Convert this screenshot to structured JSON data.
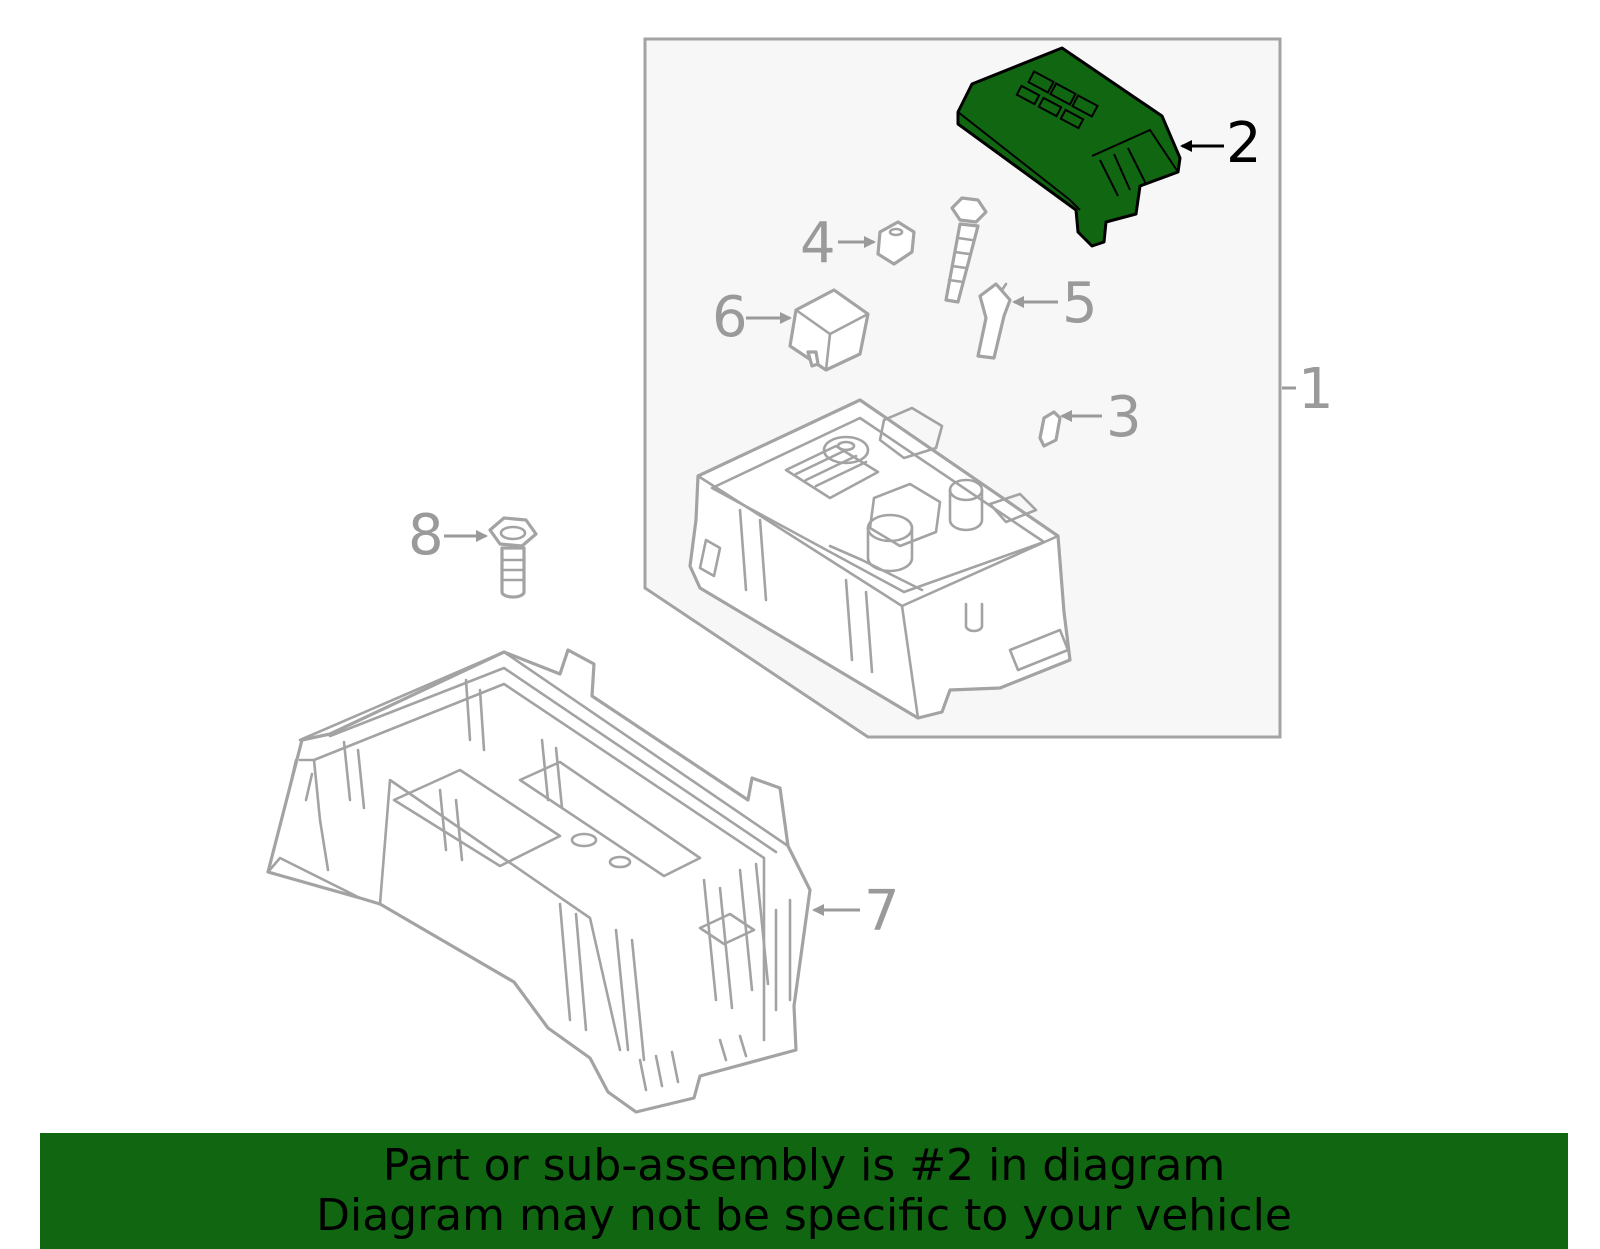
{
  "diagram": {
    "highlight_color": "#116611",
    "callouts": [
      {
        "id": "1",
        "label": "1"
      },
      {
        "id": "2",
        "label": "2",
        "highlighted": true
      },
      {
        "id": "3",
        "label": "3"
      },
      {
        "id": "4",
        "label": "4"
      },
      {
        "id": "5",
        "label": "5"
      },
      {
        "id": "6",
        "label": "6"
      },
      {
        "id": "7",
        "label": "7"
      },
      {
        "id": "8",
        "label": "8"
      }
    ]
  },
  "banner": {
    "line1": "Part or sub-assembly is #2 in diagram",
    "line2": "Diagram may not be specific to your vehicle",
    "background": "#116611"
  }
}
